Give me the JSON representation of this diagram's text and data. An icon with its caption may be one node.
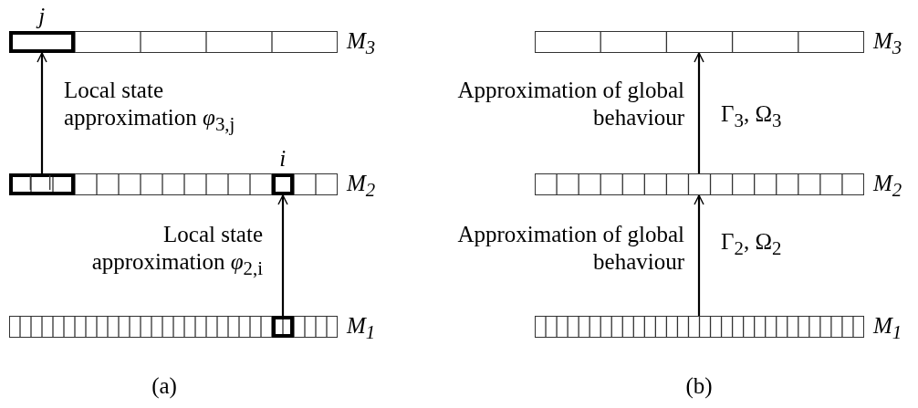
{
  "diagram": {
    "nodes": [
      {
        "text": [],
        "shape": "bar",
        "beside": [
          "M$_{3}$"
        ]
      },
      {
        "text": [
          "j"
        ],
        "in": 0
      },
      {
        "text": [],
        "shape": "bar",
        "beside": [
          "M$_{2}$"
        ]
      },
      {
        "text": [],
        "shape": "box",
        "in": 2
      },
      {
        "text": [
          "i"
        ],
        "in": 2
      },
      {
        "text": [],
        "shape": "bar",
        "beside": [
          "M$_{1}$"
        ]
      },
      {
        "text": [],
        "shape": "box",
        "in": 5
      },
      {
        "text": [],
        "shape": "bar",
        "beside": [
          "M$_{3}$"
        ]
      },
      {
        "text": [],
        "shape": "bar",
        "beside": [
          "M$_{2}$"
        ]
      },
      {
        "text": [],
        "shape": "bar",
        "beside": [
          "M$_{1}$"
        ]
      }
    ],
    "edges": [
      {
        "from": 3,
        "to": 1,
        "arrow": "to",
        "label": "Local state approximation *φ*$_{3,j}$"
      },
      {
        "from": 6,
        "to": 4,
        "arrow": "to",
        "label": "Local state approximation *φ*$_{2,i}$"
      },
      {
        "from": 8,
        "to": 7,
        "arrow": "to",
        "label": "Γ$_{3}$, Ω$_{3}$"
      },
      {
        "from": 9,
        "to": 8,
        "arrow": "to",
        "label": "Γ$_{2}$, Ω$_{2}$"
      }
    ],
    "labels": [
      "Approximation of global behaviour",
      "Approximation of global behaviour",
      "(a)",
      "(b)"
    ]
  }
}
